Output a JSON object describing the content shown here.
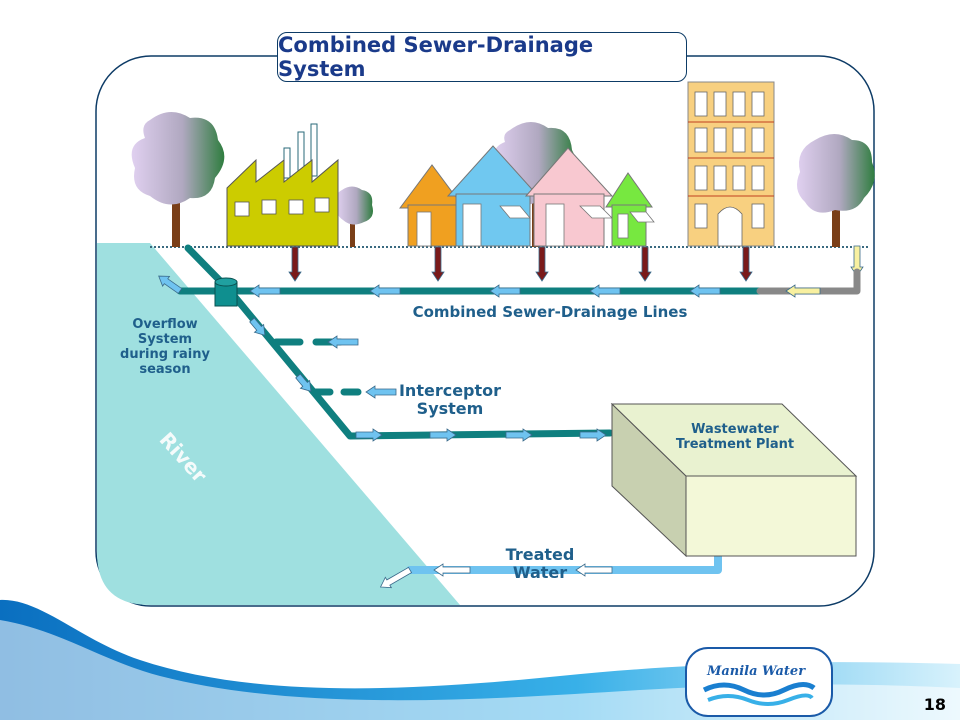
{
  "title": "Combined Sewer-Drainage System",
  "labels": {
    "combined_lines": "Combined Sewer-Drainage Lines",
    "overflow_1": "Overflow",
    "overflow_2": "System",
    "overflow_3": "during rainy",
    "overflow_4": "season",
    "interceptor_1": "Interceptor",
    "interceptor_2": "System",
    "wwtp_1": "Wastewater",
    "wwtp_2": "Treatment Plant",
    "treated_1": "Treated",
    "treated_2": "Water",
    "river": "River"
  },
  "logo": {
    "text": "Manila Water"
  },
  "page_number": "18",
  "colors": {
    "pipe": "#0f7f7f",
    "river": "#9fe0e0",
    "arrow_fill": "#6fc3f0",
    "drain_arrow": "#7a1a1a",
    "title_text": "#1a3a8a",
    "label_text": "#1f5f8b",
    "plant_front": "#f3f8d8",
    "plant_side": "#c8d0b0",
    "bottom_wave": "#1e8fd0"
  },
  "icons": [
    "tree-icon",
    "factory-icon",
    "house-icon",
    "apartment-building-icon",
    "manila-water-logo-icon"
  ]
}
